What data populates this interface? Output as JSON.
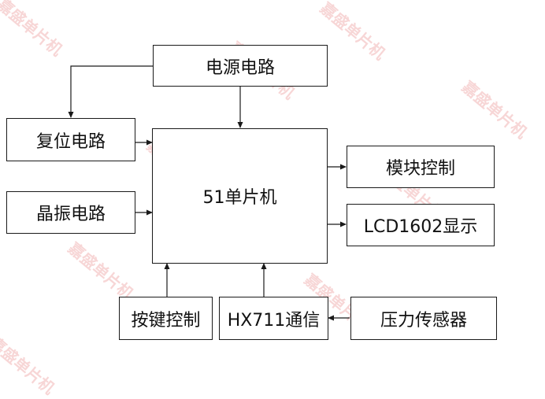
{
  "blocks": {
    "power": "电源电路",
    "reset": "复位电路",
    "crystal": "晶振电路",
    "mcu": "51单片机",
    "module_ctrl": "模块控制",
    "lcd": "LCD1602显示",
    "keys": "按键控制",
    "hx711": "HX711通信",
    "pressure": "压力传感器"
  },
  "watermark": "嘉盛单片机",
  "colors": {
    "line": "#1a1a1a",
    "watermark": "#f2b5b5"
  }
}
